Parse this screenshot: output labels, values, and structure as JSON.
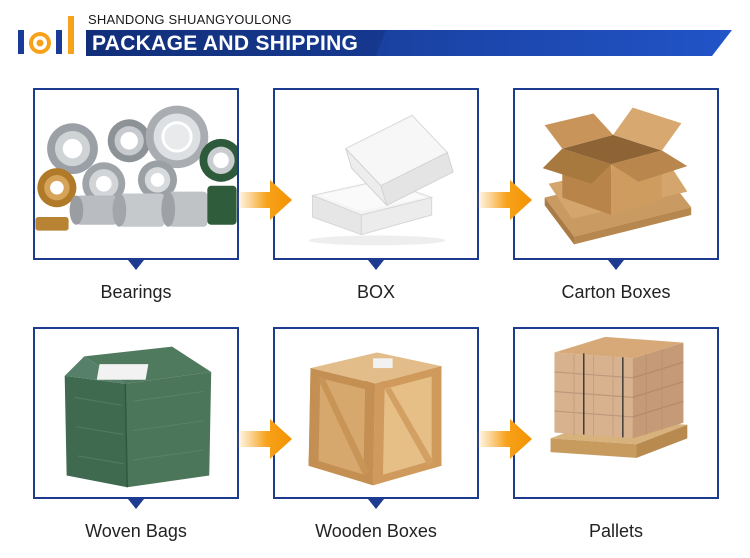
{
  "header": {
    "company": "SHANDONG SHUANGYOULONG",
    "title": "PACKAGE AND SHIPPING"
  },
  "colors": {
    "brand_blue": "#1d3b8f",
    "banner_blue": "#1a3a9a",
    "arrow_orange": "#f7a21b"
  },
  "items": [
    {
      "label": "Bearings"
    },
    {
      "label": "BOX"
    },
    {
      "label": "Carton Boxes"
    },
    {
      "label": "Woven Bags"
    },
    {
      "label": "Wooden Boxes"
    },
    {
      "label": "Pallets"
    }
  ]
}
